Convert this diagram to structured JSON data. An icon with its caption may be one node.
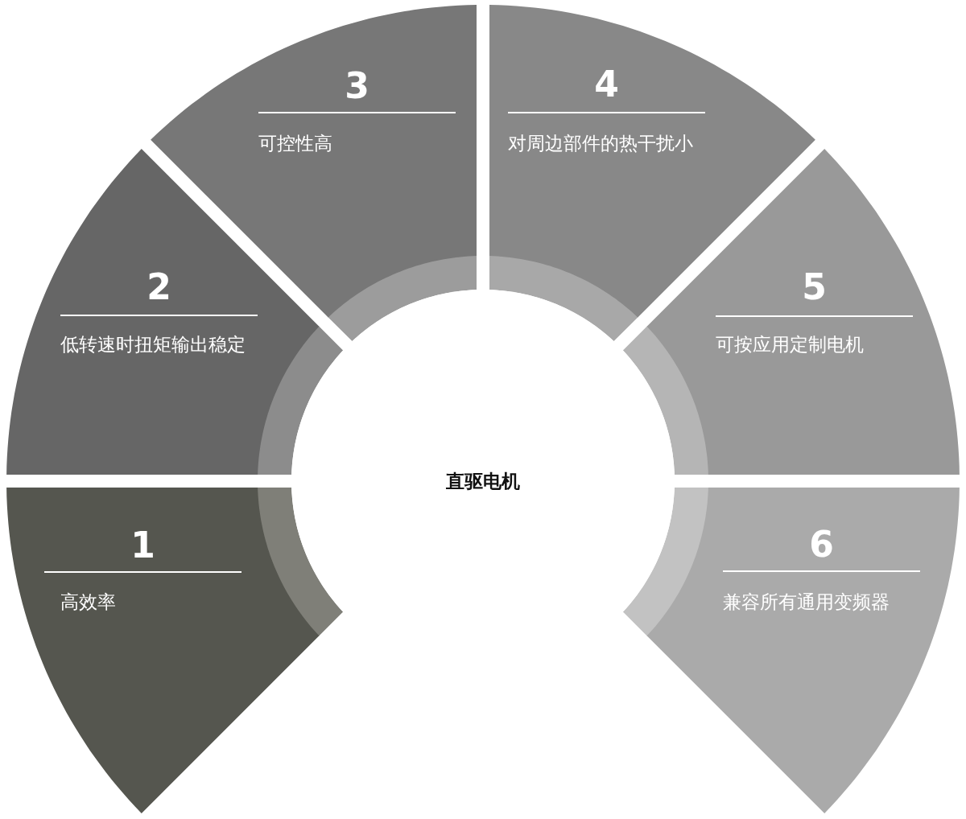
{
  "diagram": {
    "nodes": [
      {
        "text": [
          "直驱电机"
        ]
      },
      {
        "text": [
          "1",
          "高效率"
        ]
      },
      {
        "text": [
          "2",
          "低转速时扭矩输出稳定"
        ]
      },
      {
        "text": [
          "3",
          "可控性高"
        ]
      },
      {
        "text": [
          "4",
          "对周边部件的热干扰小"
        ]
      },
      {
        "text": [
          "5",
          "可按应用定制电机"
        ]
      },
      {
        "text": [
          "6",
          "兼容所有通用变频器"
        ]
      }
    ]
  }
}
